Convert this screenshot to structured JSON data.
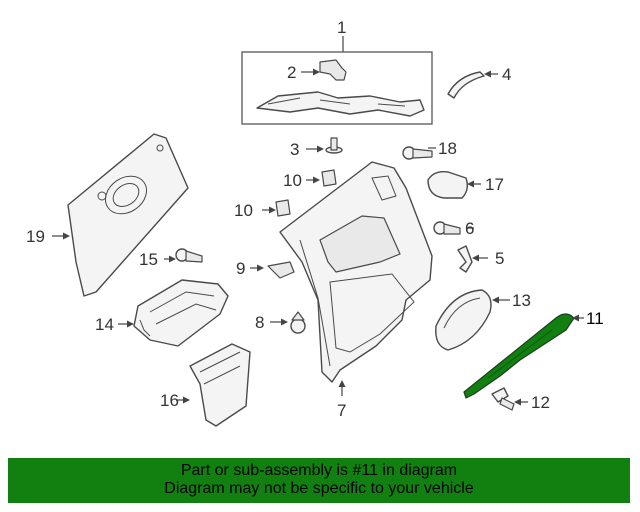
{
  "callouts": {
    "c1": "1",
    "c2": "2",
    "c3": "3",
    "c4": "4",
    "c5": "5",
    "c6": "6",
    "c7": "7",
    "c8": "8",
    "c9": "9",
    "c10a": "10",
    "c10b": "10",
    "c11": "11",
    "c12": "12",
    "c13": "13",
    "c14": "14",
    "c15": "15",
    "c16": "16",
    "c17": "17",
    "c18": "18",
    "c19": "19"
  },
  "highlight_color": "#118011",
  "banner": {
    "line1": "Part or sub-assembly is #11 in diagram",
    "line2": "Diagram may not be specific to your vehicle"
  }
}
